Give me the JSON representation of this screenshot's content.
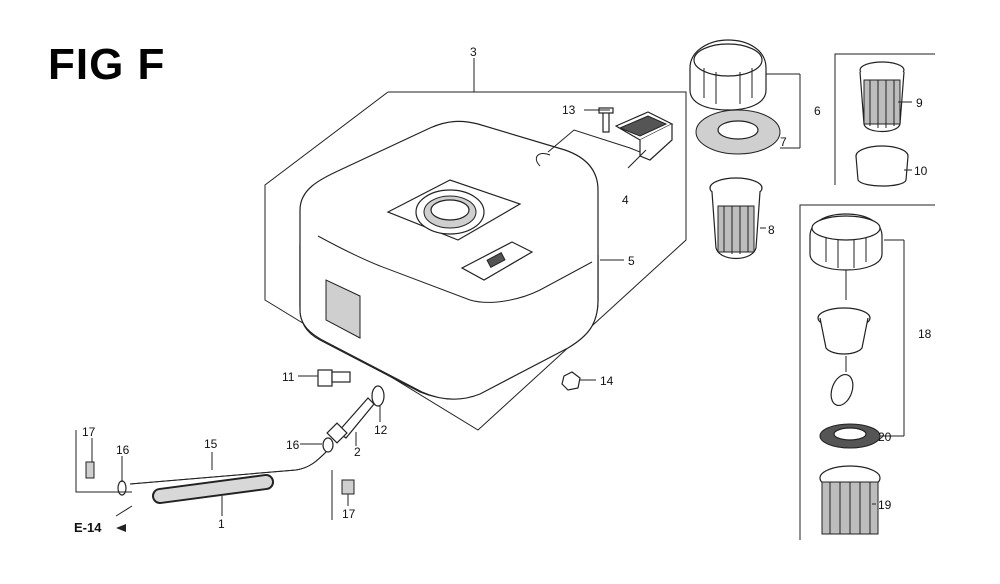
{
  "title": "FIG F",
  "reference": "E-14",
  "callouts": {
    "c1": "1",
    "c2": "2",
    "c3": "3",
    "c4": "4",
    "c5": "5",
    "c6": "6",
    "c7": "7",
    "c8": "8",
    "c9": "9",
    "c10": "10",
    "c11": "11",
    "c12": "12",
    "c13": "13",
    "c14": "14",
    "c15": "15",
    "c16a": "16",
    "c16b": "16",
    "c17a": "17",
    "c17b": "17",
    "c18": "18",
    "c19": "19",
    "c20": "20"
  },
  "colors": {
    "ink": "#222222",
    "shade": "#cfcfcf",
    "background": "#ffffff"
  }
}
